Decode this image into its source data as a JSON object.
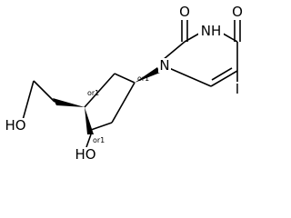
{
  "molecule": {
    "atoms": {
      "o_top": "O",
      "nh": "NH",
      "o_right": "O",
      "n1": "N",
      "iodine": "I",
      "ho_left": "HO",
      "ho_bottom": "HO"
    },
    "stereo_labels": {
      "c_hydroxymethyl": "or1",
      "c_n_attach": "or1",
      "c_hydroxyl": "or1"
    }
  }
}
